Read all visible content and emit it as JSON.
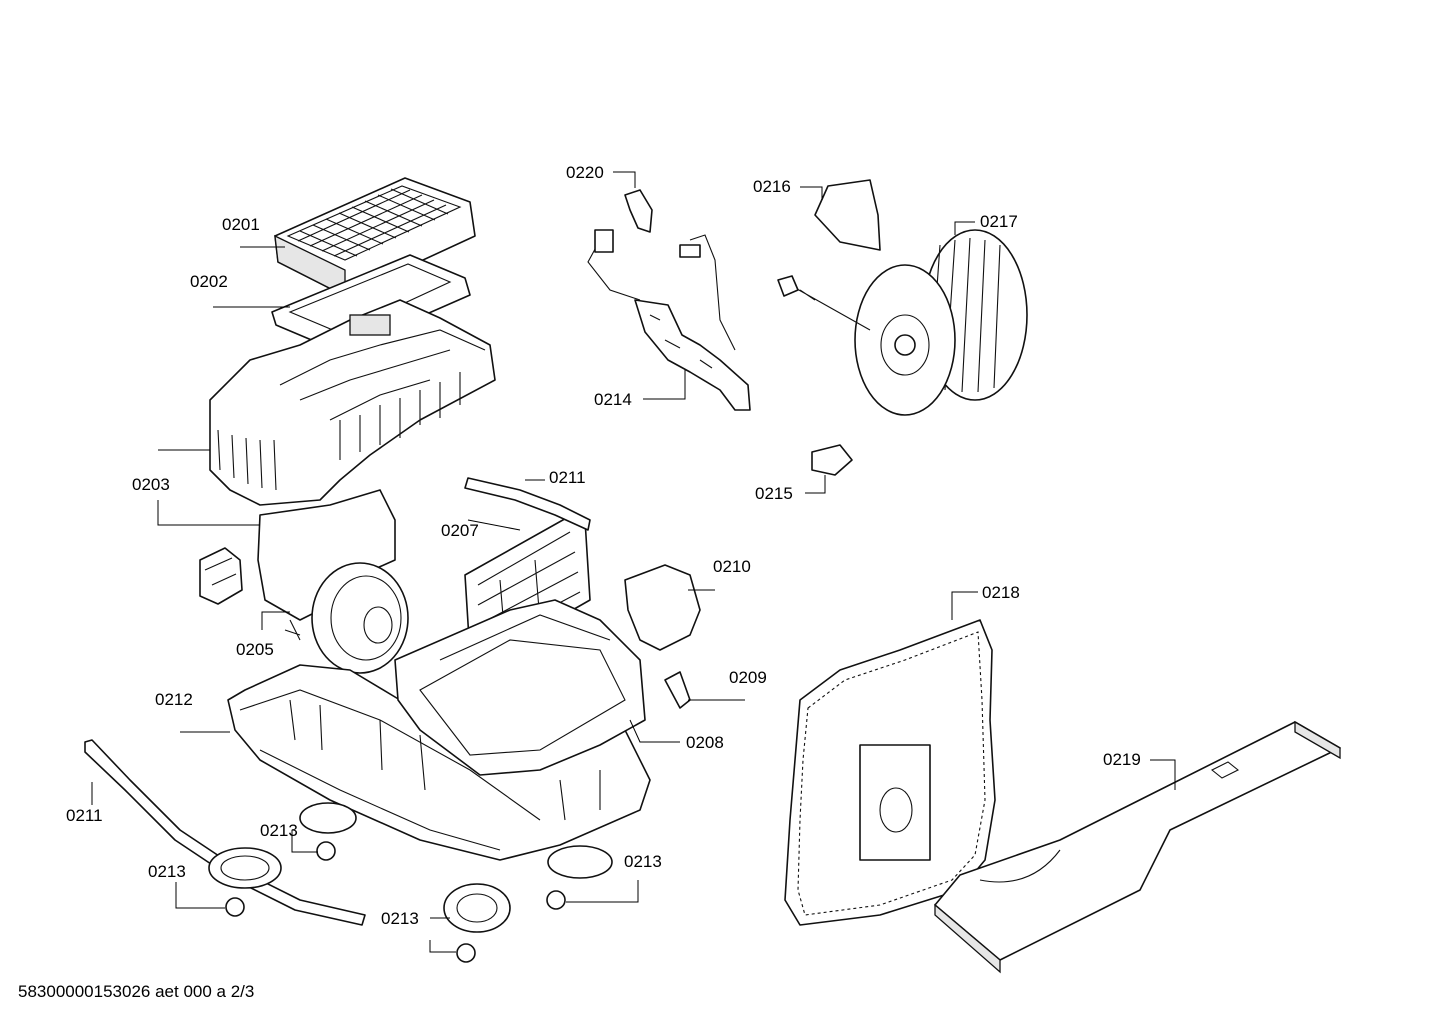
{
  "drawing_id": "58300000153026 aet 000 a 2/3",
  "callouts": {
    "c0201": "0201",
    "c0202": "0202",
    "c0203": "0203",
    "c0205": "0205",
    "c0207": "0207",
    "c0208": "0208",
    "c0209": "0209",
    "c0210": "0210",
    "c0211a": "0211",
    "c0211b": "0211",
    "c0212": "0212",
    "c0213a": "0213",
    "c0213b": "0213",
    "c0213c": "0213",
    "c0213d": "0213",
    "c0214": "0214",
    "c0215": "0215",
    "c0216": "0216",
    "c0217": "0217",
    "c0218": "0218",
    "c0219": "0219",
    "c0220": "0220"
  }
}
